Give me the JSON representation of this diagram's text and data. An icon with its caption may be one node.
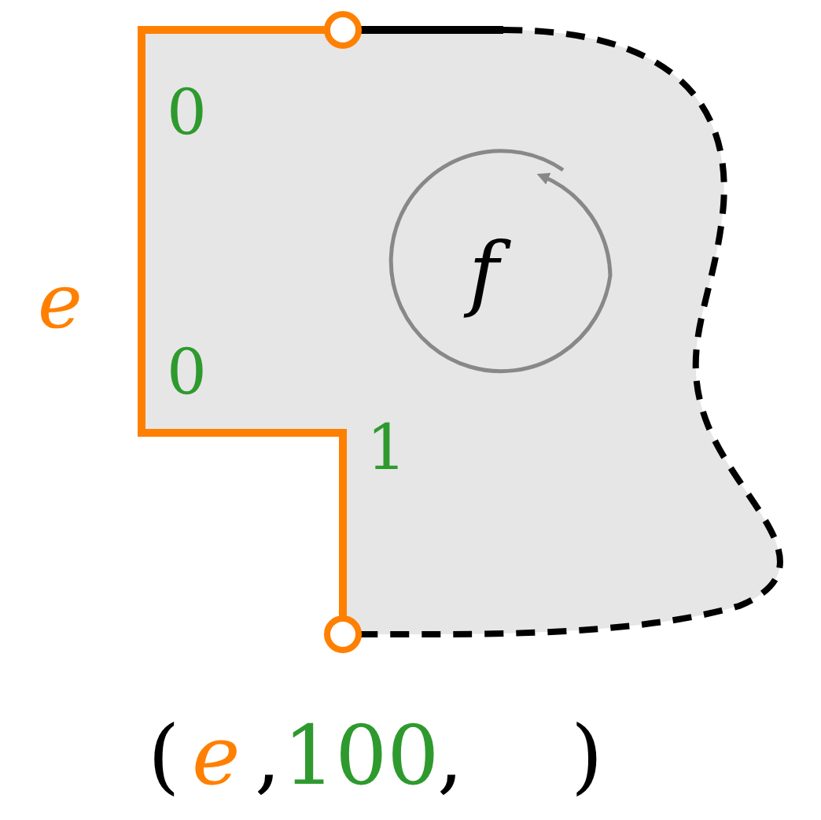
{
  "diagram": {
    "labels": [
      "0",
      "e",
      "f",
      "0",
      "1",
      "(",
      "e",
      ",",
      "100",
      ",",
      ")"
    ]
  }
}
